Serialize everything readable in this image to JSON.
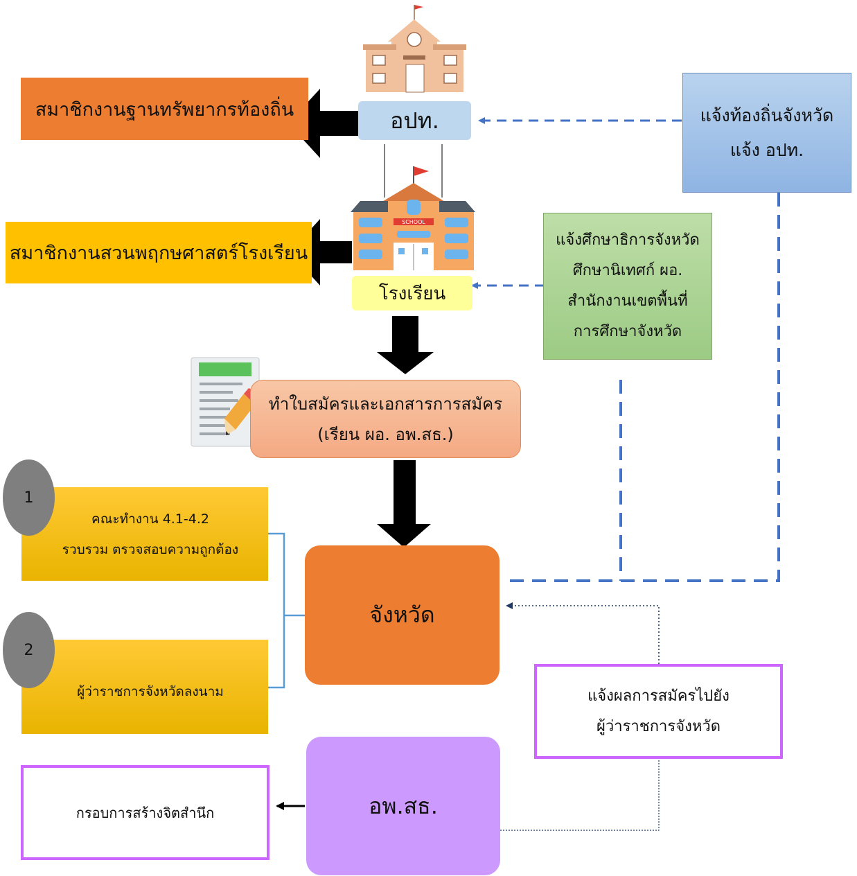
{
  "nodes": {
    "local_resource_member": "สมาชิกงานฐานทรัพยากรท้องถิ่น",
    "school_garden_member": "สมาชิกงานสวนพฤกษศาสตร์โรงเรียน",
    "local_admin": "อปท.",
    "school": "โรงเรียน",
    "school_sign": "SCHOOL",
    "notify_local": [
      "แจ้งท้องถิ่นจังหวัด",
      "แจ้ง อปท."
    ],
    "notify_education": [
      "แจ้งศึกษาธิการจังหวัด",
      "ศึกษานิเทศก์ ผอ.",
      "สำนักงานเขตพื้นที่",
      "การศึกษาจังหวัด"
    ],
    "application": [
      "ทำใบสมัครและเอกสารการสมัคร",
      "(เรียน ผอ. อพ.สธ.)"
    ],
    "step1_number": "1",
    "step1_text": [
      "คณะทำงาน 4.1-4.2",
      "รวบรวม ตรวจสอบความถูกต้อง"
    ],
    "step2_number": "2",
    "step2_text": "ผู้ว่าราชการจังหวัดลงนาม",
    "province": "จังหวัด",
    "notify_result": [
      "แจ้งผลการสมัครไปยัง",
      "ผู้ว่าราชการจังหวัด"
    ],
    "rspg": "อพ.สธ.",
    "awareness_frame": "กรอบการสร้างจิตสำนึก"
  },
  "colors": {
    "orange": "#ED7D31",
    "gold": "#FFC000",
    "light_blue": "#BDD7EE",
    "light_yellow": "#FFFF99",
    "steel_blue": "#9DC3E6",
    "green": "#A9D18E",
    "salmon": "#F4B183",
    "amber": "#F5C10E",
    "purple": "#CC99FF",
    "magenta_border": "#CC66FF",
    "dash_blue": "#4472C4",
    "grey_circle": "#7F7F7F"
  }
}
